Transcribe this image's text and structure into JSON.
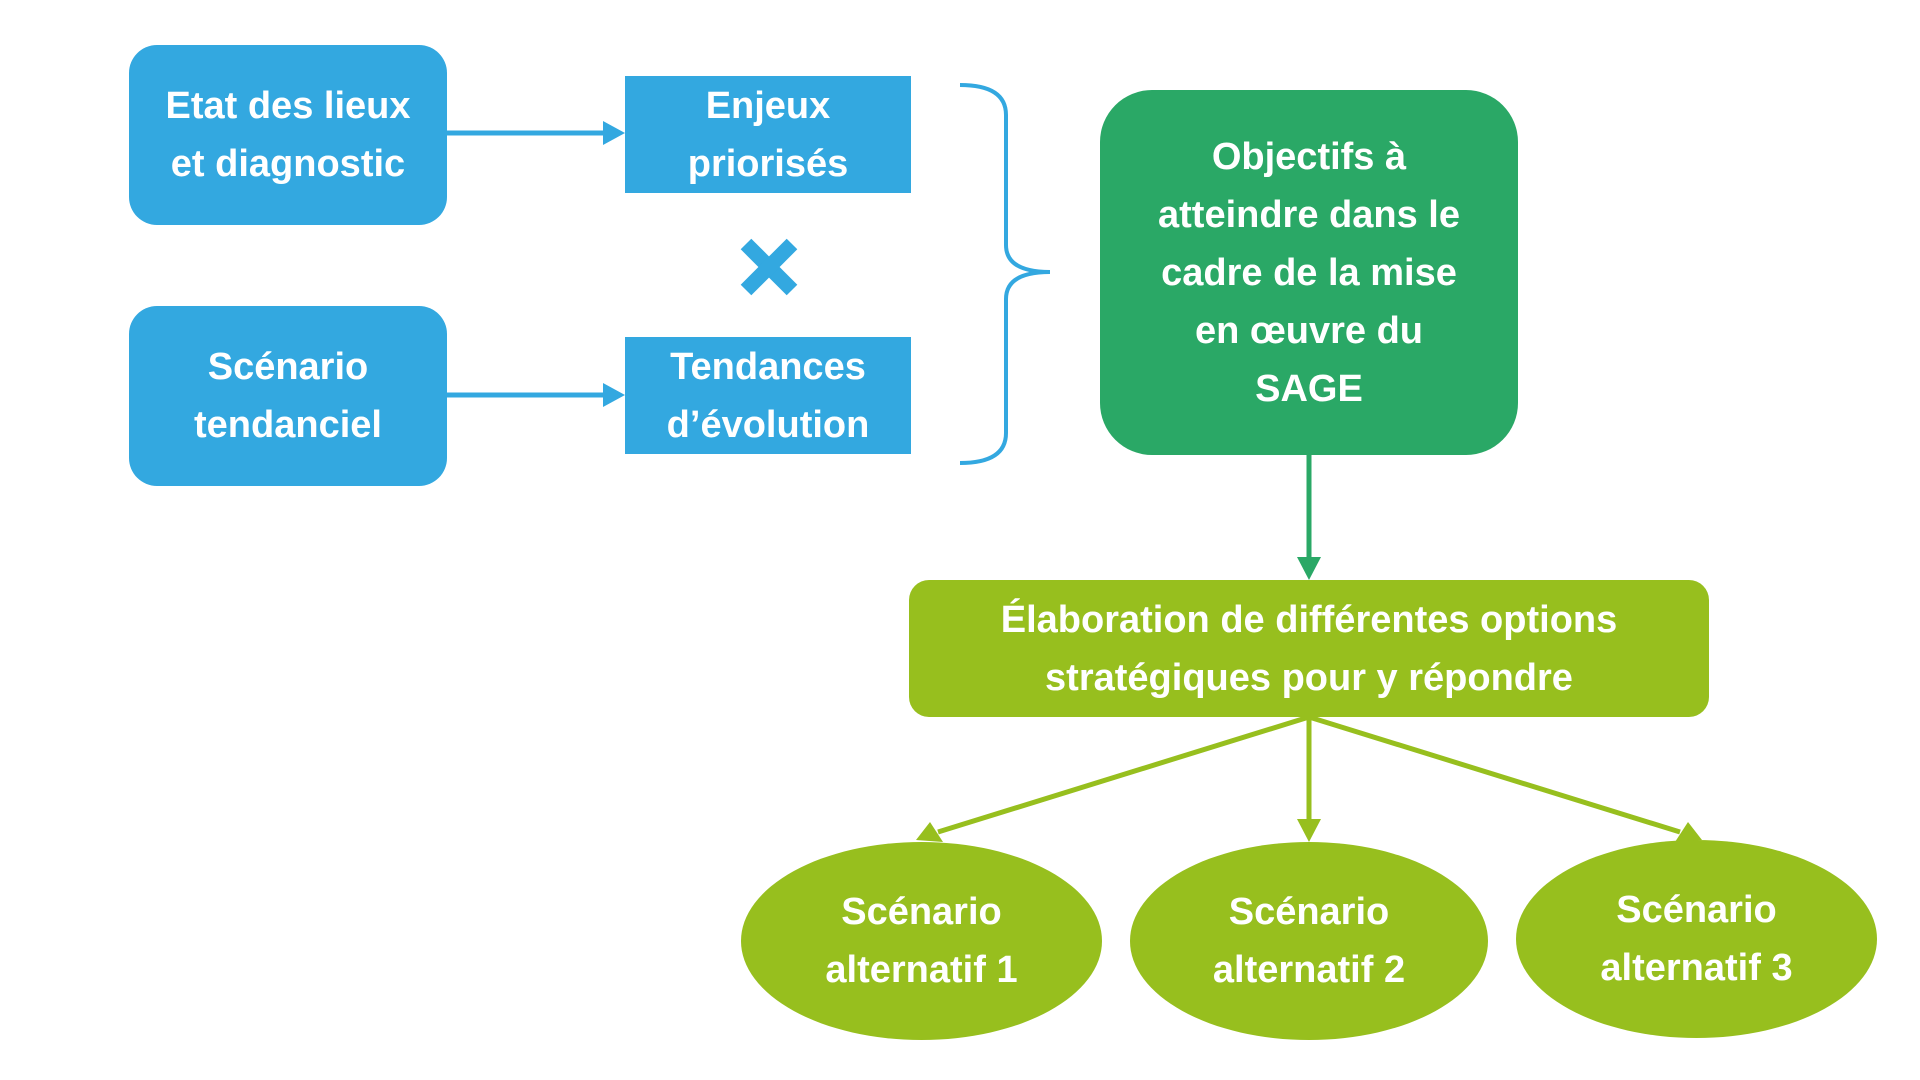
{
  "nodes": {
    "etat": "Etat des lieux\net diagnostic",
    "scenario_tendanciel": "Scénario\ntendanciel",
    "enjeux": "Enjeux\npriorisés",
    "tendances": "Tendances\nd’évolution",
    "objectifs": "Objectifs à\natteindre dans le\ncadre de la mise\nen œuvre du\nSAGE",
    "elaboration": "Élaboration de différentes options\nstratégiques pour y répondre",
    "alt1": "Scénario\nalternatif 1",
    "alt2": "Scénario\nalternatif 2",
    "alt3": "Scénario\nalternatif 3"
  },
  "icons": {
    "combine": "multiply-x-icon",
    "group": "curly-brace-icon"
  },
  "colors": {
    "blue": "#33a8e0",
    "dark_green": "#2aa866",
    "light_green": "#97bf1e",
    "text": "#ffffff"
  }
}
